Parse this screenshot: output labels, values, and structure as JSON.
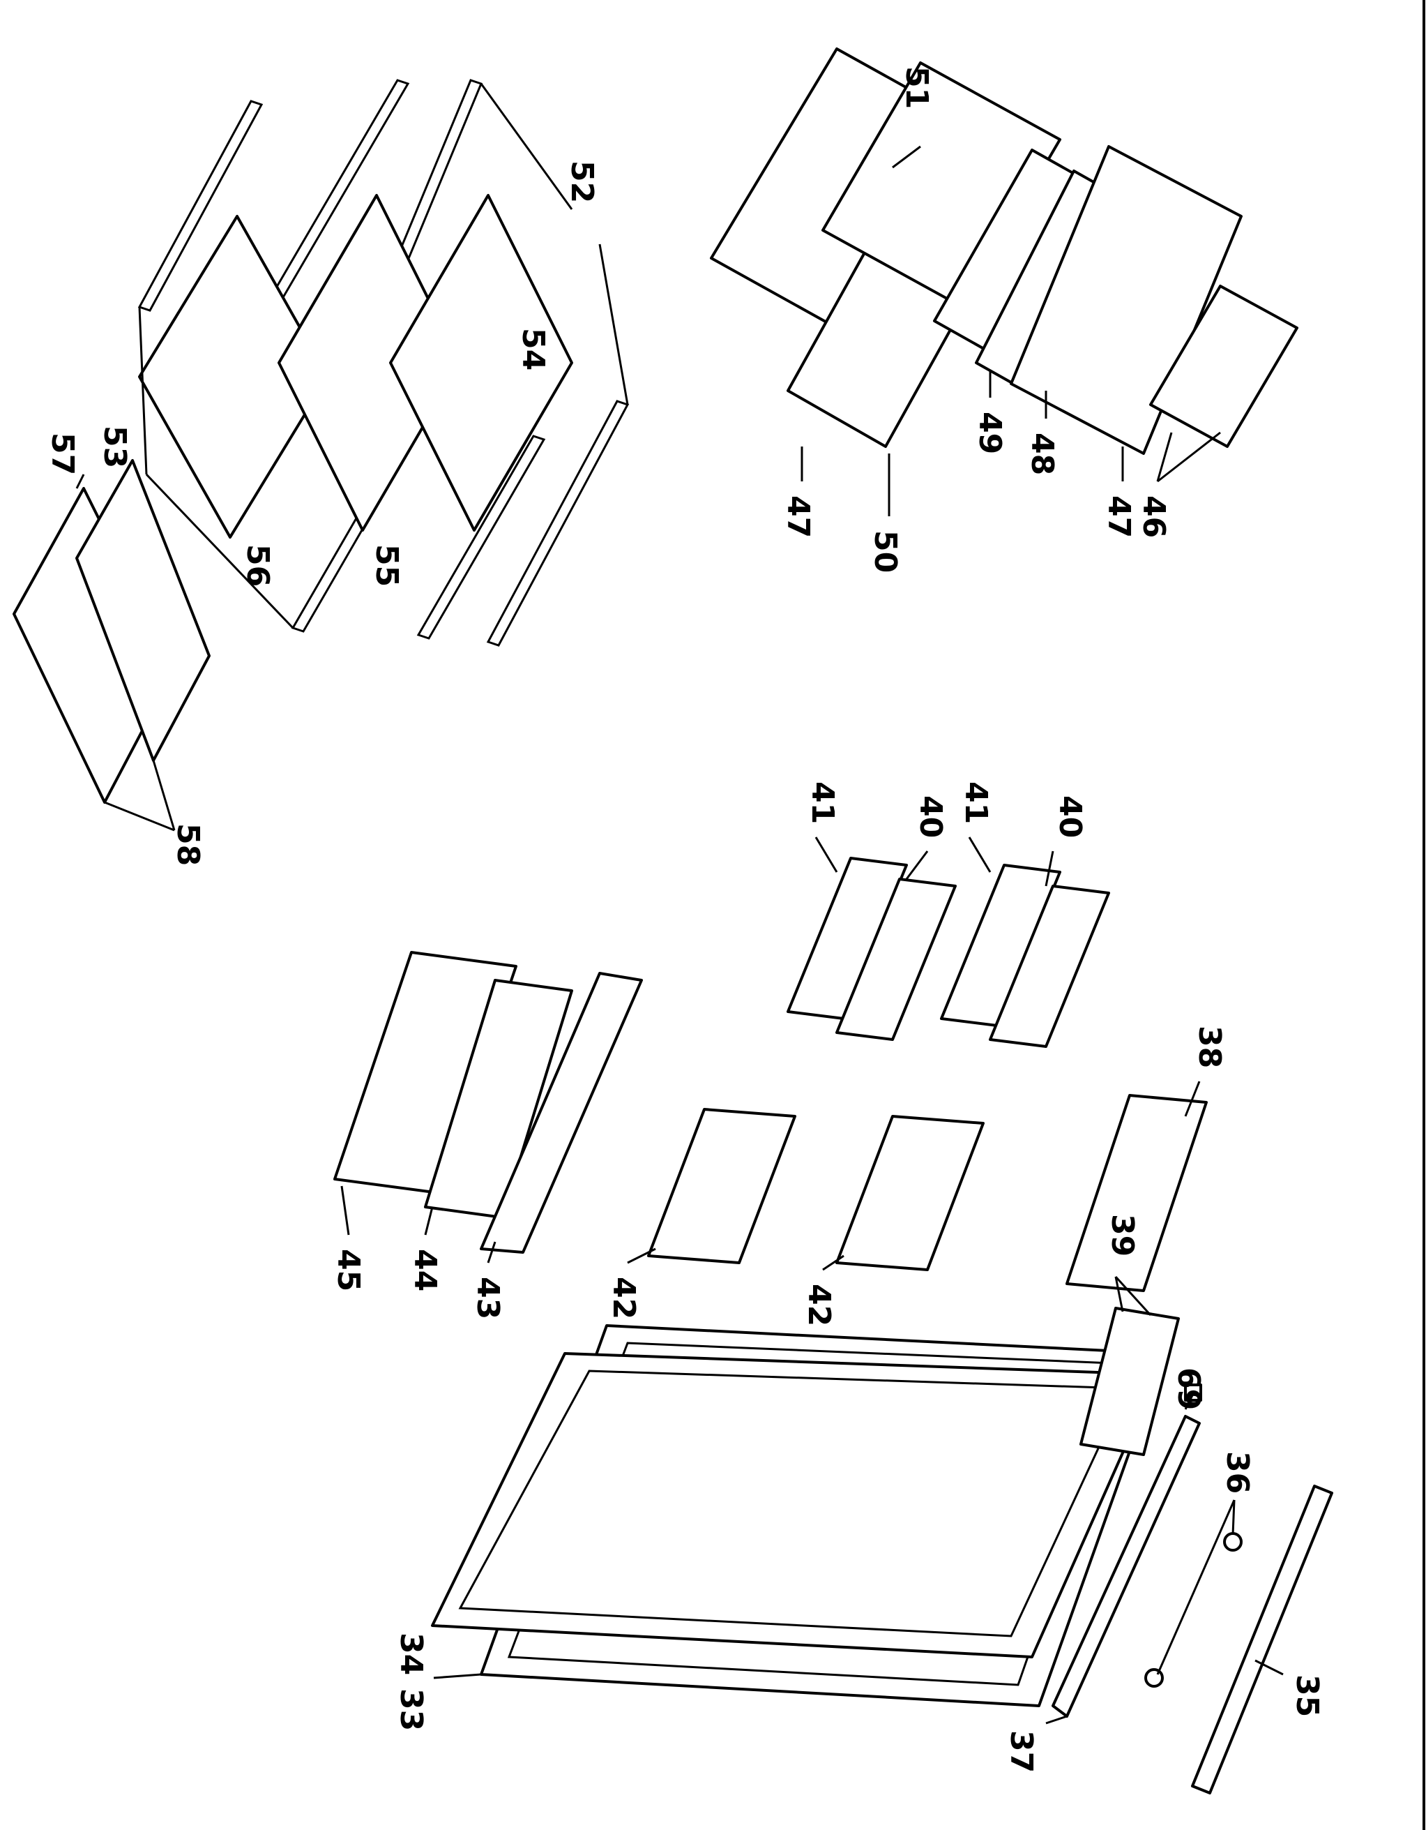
{
  "diagram": {
    "callouts": [
      "33",
      "34",
      "35",
      "36",
      "37",
      "69",
      "38",
      "39",
      "40",
      "41",
      "40",
      "41",
      "42",
      "42",
      "43",
      "44",
      "45",
      "46",
      "47",
      "48",
      "49",
      "47",
      "50",
      "51",
      "52",
      "53",
      "54",
      "55",
      "56",
      "57",
      "58"
    ]
  }
}
